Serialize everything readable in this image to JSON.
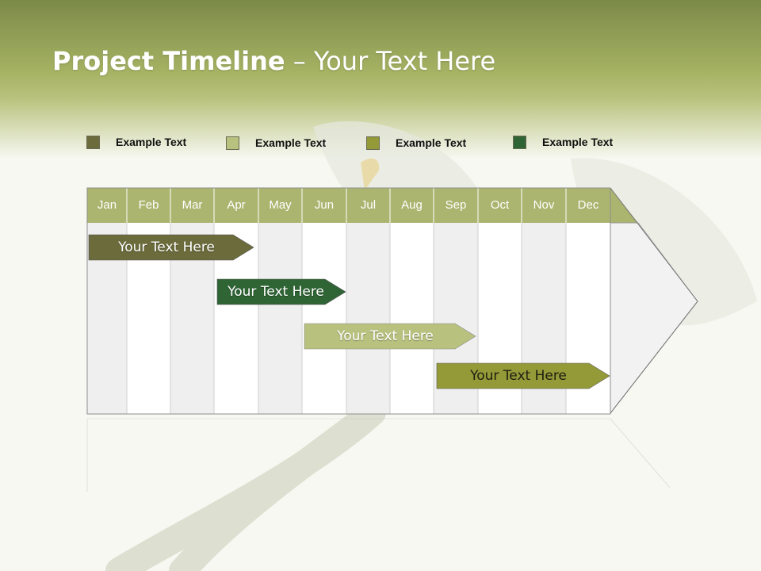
{
  "slide": {
    "title_bold": "Project Timeline",
    "title_rest": " – Your Text Here"
  },
  "legend": [
    {
      "label": "Example Text",
      "color": "#6b6b3c"
    },
    {
      "label": "Example Text",
      "color": "#b8c27e"
    },
    {
      "label": "Example Text",
      "color": "#949a38"
    },
    {
      "label": "Example Text",
      "color": "#2f6434"
    }
  ],
  "timeline": {
    "months": [
      "Jan",
      "Feb",
      "Mar",
      "Apr",
      "May",
      "Jun",
      "Jul",
      "Aug",
      "Sep",
      "Oct",
      "Nov",
      "Dec"
    ],
    "header_color": "#abb56f",
    "tasks": [
      {
        "label": "Your  Text Here",
        "color": "#6b6b3c"
      },
      {
        "label": "Your  Text Here",
        "color": "#2f6434"
      },
      {
        "label": "Your  Text Here",
        "color": "#b8c27e"
      },
      {
        "label": "Your  Text Here",
        "color": "#949a38"
      }
    ]
  }
}
